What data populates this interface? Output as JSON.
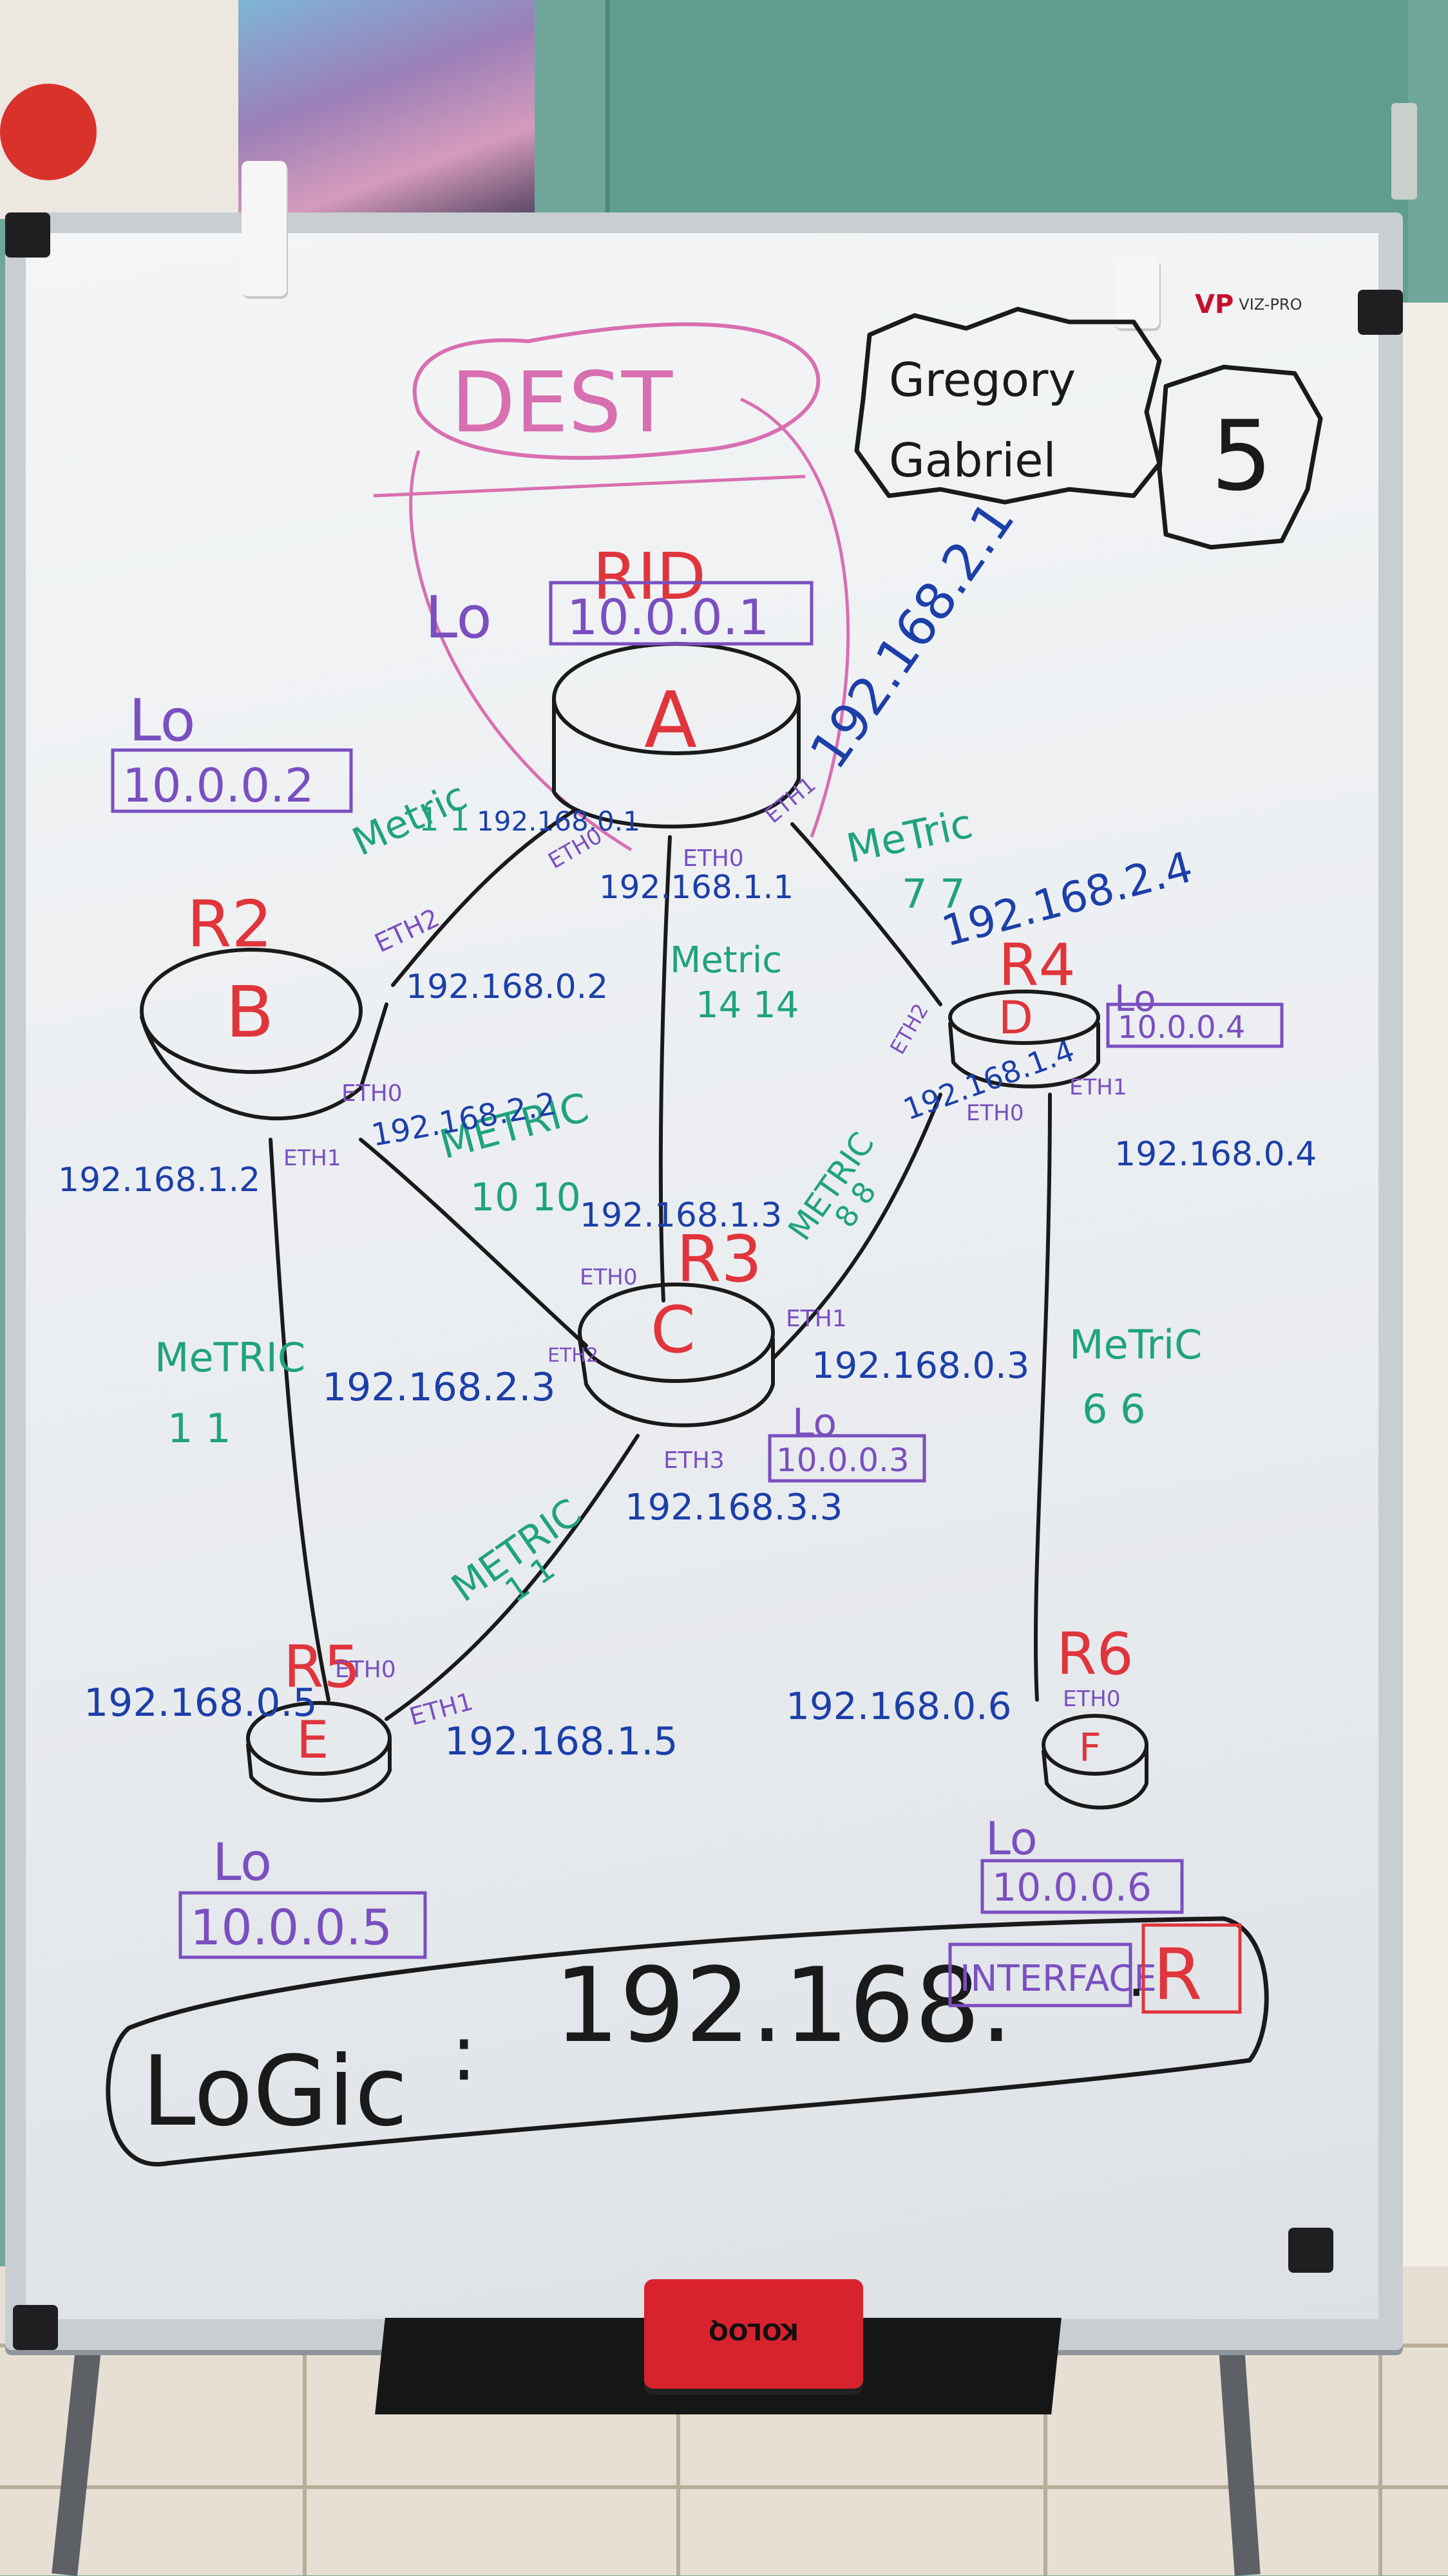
{
  "board": {
    "brand_logo": "VP",
    "brand_name": "VIZ-PRO",
    "eraser_label": "KOLOQ"
  },
  "authors": {
    "names_line1": "Gregory",
    "names_line2": "Gabriel",
    "group_number": "5"
  },
  "destination": "DEST",
  "logic": {
    "label": "LoGic",
    "colon": ":",
    "prefix": "192.168.",
    "interface": "INTERFACE",
    "dot": ".",
    "router": "R"
  },
  "routers": [
    {
      "id": "A",
      "rid_label": "RID",
      "lo_label": "Lo",
      "loopback": "10.0.0.1"
    },
    {
      "id": "B",
      "rid_label": "R2",
      "lo_label": "Lo",
      "loopback": "10.0.0.2"
    },
    {
      "id": "C",
      "rid_label": "R3",
      "lo_label": "Lo",
      "loopback": "10.0.0.3"
    },
    {
      "id": "D",
      "rid_label": "R4",
      "lo_label": "Lo",
      "loopback": "10.0.0.4"
    },
    {
      "id": "E",
      "rid_label": "R5",
      "lo_label": "Lo",
      "loopback": "10.0.0.5"
    },
    {
      "id": "F",
      "rid_label": "R6",
      "lo_label": "Lo",
      "loopback": "10.0.0.6"
    }
  ],
  "links": [
    {
      "from": "A",
      "to": "B",
      "metric_label": "Metric",
      "metric": "1 1"
    },
    {
      "from": "A",
      "to": "C",
      "metric_label": "Metric",
      "metric": "14 14"
    },
    {
      "from": "A",
      "to": "D",
      "metric_label": "MeTric",
      "metric": "7 7"
    },
    {
      "from": "B",
      "to": "C",
      "metric_label": "METRIC",
      "metric": "10 10"
    },
    {
      "from": "B",
      "to": "E",
      "metric_label": "MeTRIC",
      "metric": "1 1"
    },
    {
      "from": "C",
      "to": "D",
      "metric_label": "METRIC",
      "metric": "8 8"
    },
    {
      "from": "C",
      "to": "E",
      "metric_label": "METRIC",
      "metric": "1 1"
    },
    {
      "from": "D",
      "to": "F",
      "metric_label": "MeTriC",
      "metric": "6 6"
    }
  ],
  "interfaces": [
    {
      "ip": "192.168.2.1",
      "port": "ETH1"
    },
    {
      "ip": "192.168.0.1",
      "port": "ETH0"
    },
    {
      "ip": "192.168.1.1",
      "port": "ETH0"
    },
    {
      "ip": "192.168.2.4",
      "port": "ETH2"
    },
    {
      "ip": "192.168.0.2",
      "port": "ETH2"
    },
    {
      "ip": "192.168.2.2",
      "port": "ETH0"
    },
    {
      "ip": "192.168.1.2",
      "port": "ETH1"
    },
    {
      "ip": "192.168.1.3",
      "port": "ETH0"
    },
    {
      "ip": "192.168.2.3",
      "port": "ETH2"
    },
    {
      "ip": "192.168.0.3",
      "port": "ETH1"
    },
    {
      "ip": "192.168.3.3",
      "port": "ETH3"
    },
    {
      "ip": "192.168.1.4",
      "port": "ETH0"
    },
    {
      "ip": "192.168.0.4",
      "port": "ETH1"
    },
    {
      "ip": "192.168.0.5",
      "port": "ETH0"
    },
    {
      "ip": "192.168.1.5",
      "port": "ETH1"
    },
    {
      "ip": "192.168.0.6",
      "port": "ETH0"
    }
  ],
  "colors": {
    "black_marker": "#1a1a1a",
    "red_marker": "#e0353c",
    "blue_marker": "#1c3fa8",
    "purple_marker": "#7a4fc0",
    "green_marker": "#1fa37f",
    "pink_marker": "#d86fb0"
  }
}
